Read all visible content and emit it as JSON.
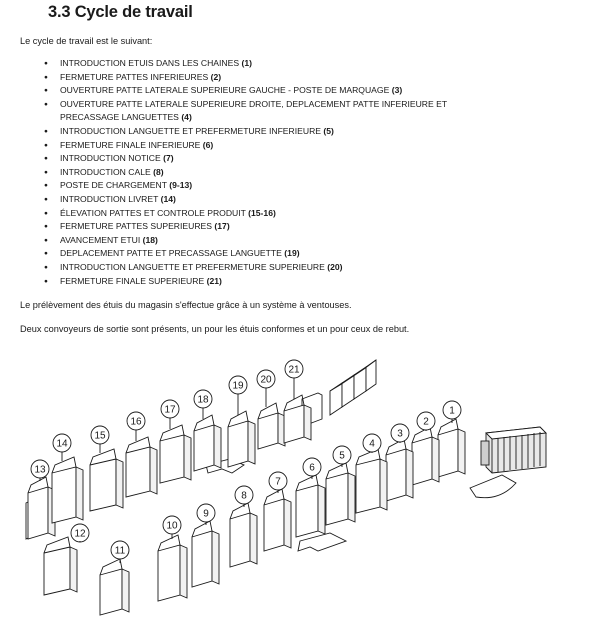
{
  "section": {
    "title": "3.3 Cycle de travail"
  },
  "intro": "Le cycle de travail est le suivant:",
  "steps": [
    {
      "text": "INTRODUCTION ETUIS DANS LES CHAINES",
      "ref": "(1)"
    },
    {
      "text": "FERMETURE PATTES INFERIEURES",
      "ref": "(2)"
    },
    {
      "text": "OUVERTURE PATTE LATERALE SUPERIEURE GAUCHE - POSTE DE MARQUAGE",
      "ref": "(3)"
    },
    {
      "text": "OUVERTURE PATTE LATERALE SUPERIEURE DROITE, DEPLACEMENT PATTE INFERIEURE ET PRECASSAGE LANGUETTES",
      "ref": "(4)"
    },
    {
      "text": "INTRODUCTION LANGUETTE ET PREFERMETURE INFERIEURE",
      "ref": "(5)"
    },
    {
      "text": "FERMETURE FINALE INFERIEURE",
      "ref": "(6)"
    },
    {
      "text": "INTRODUCTION NOTICE",
      "ref": "(7)"
    },
    {
      "text": "INTRODUCTION CALE",
      "ref": "(8)"
    },
    {
      "text": "POSTE DE CHARGEMENT",
      "ref": "(9-13)"
    },
    {
      "text": "INTRODUCTION LIVRET",
      "ref": "(14)"
    },
    {
      "text": "ÉLEVATION PATTES ET CONTROLE PRODUIT",
      "ref": "(15-16)"
    },
    {
      "text": "FERMETURE PATTES SUPERIEURES",
      "ref": "(17)"
    },
    {
      "text": "AVANCEMENT ETUI",
      "ref": "(18)"
    },
    {
      "text": "DEPLACEMENT PATTE ET PRECASSAGE LANGUETTE",
      "ref": "(19)"
    },
    {
      "text": "INTRODUCTION LANGUETTE ET PREFERMETURE SUPERIEURE",
      "ref": "(20)"
    },
    {
      "text": "FERMETURE FINALE SUPERIEURE",
      "ref": "(21)"
    }
  ],
  "paragraphs": [
    "Le prélèvement des étuis du magasin s'effectue grâce à un système à ventouses.",
    "Deux convoyeurs de sortie sont présents, un pour les étuis conformes et un pour ceux de rebut."
  ],
  "figure": {
    "stations": [
      "1",
      "2",
      "3",
      "4",
      "5",
      "6",
      "7",
      "8",
      "9",
      "10",
      "11",
      "12",
      "13",
      "14",
      "15",
      "16",
      "17",
      "18",
      "19",
      "20",
      "21"
    ]
  }
}
